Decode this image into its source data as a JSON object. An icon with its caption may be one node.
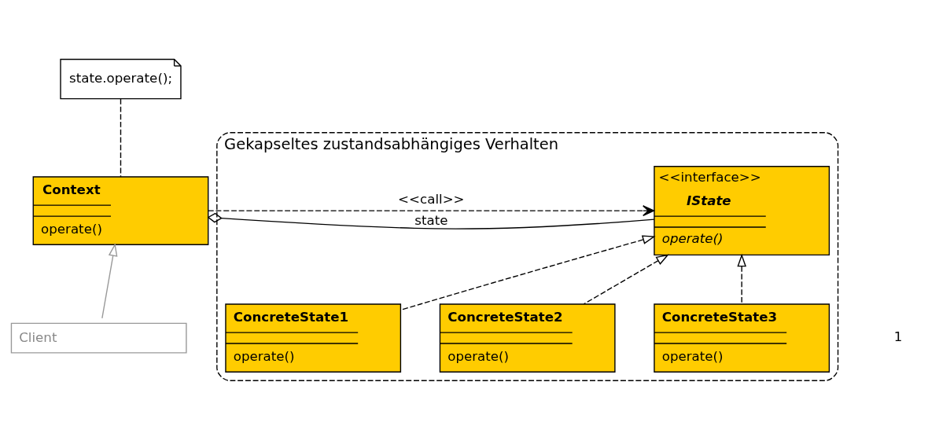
{
  "diagram": {
    "nodes": [
      {
        "text": [
          "state.operate();"
        ]
      },
      {
        "text": [
          "Context",
          "operate()"
        ]
      },
      {
        "text": [
          "Gekapseltes zustandsabhängiges Verhalten"
        ]
      },
      {
        "text": [
          "<<interface>>",
          "IState",
          "operate()"
        ],
        "in": 2
      },
      {
        "text": [
          "ConcreteState1",
          "operate()"
        ],
        "in": 2
      },
      {
        "text": [
          "ConcreteState2",
          "operate()"
        ],
        "in": 2
      },
      {
        "text": [
          "ConcreteState3",
          "operate()"
        ],
        "in": 2
      },
      {
        "text": [
          "Client"
        ]
      }
    ],
    "edges": [
      {
        "from": 1,
        "to": 3,
        "arrow": "other",
        "label": "state"
      },
      {
        "from": 1,
        "to": 3,
        "arrow": "to",
        "label": "<<call>>",
        "style": "dashed"
      },
      {
        "from": 0,
        "to": 1,
        "arrow": "none",
        "style": "dashed"
      },
      {
        "from": 4,
        "to": 3,
        "arrow": "to",
        "style": "dashed"
      },
      {
        "from": 5,
        "to": 3,
        "arrow": "to",
        "style": "dashed"
      },
      {
        "from": 6,
        "to": 3,
        "arrow": "to",
        "style": "dashed"
      },
      {
        "from": 7,
        "to": 1,
        "arrow": "to",
        "color": "#999999"
      }
    ],
    "labels": [
      "1"
    ]
  }
}
